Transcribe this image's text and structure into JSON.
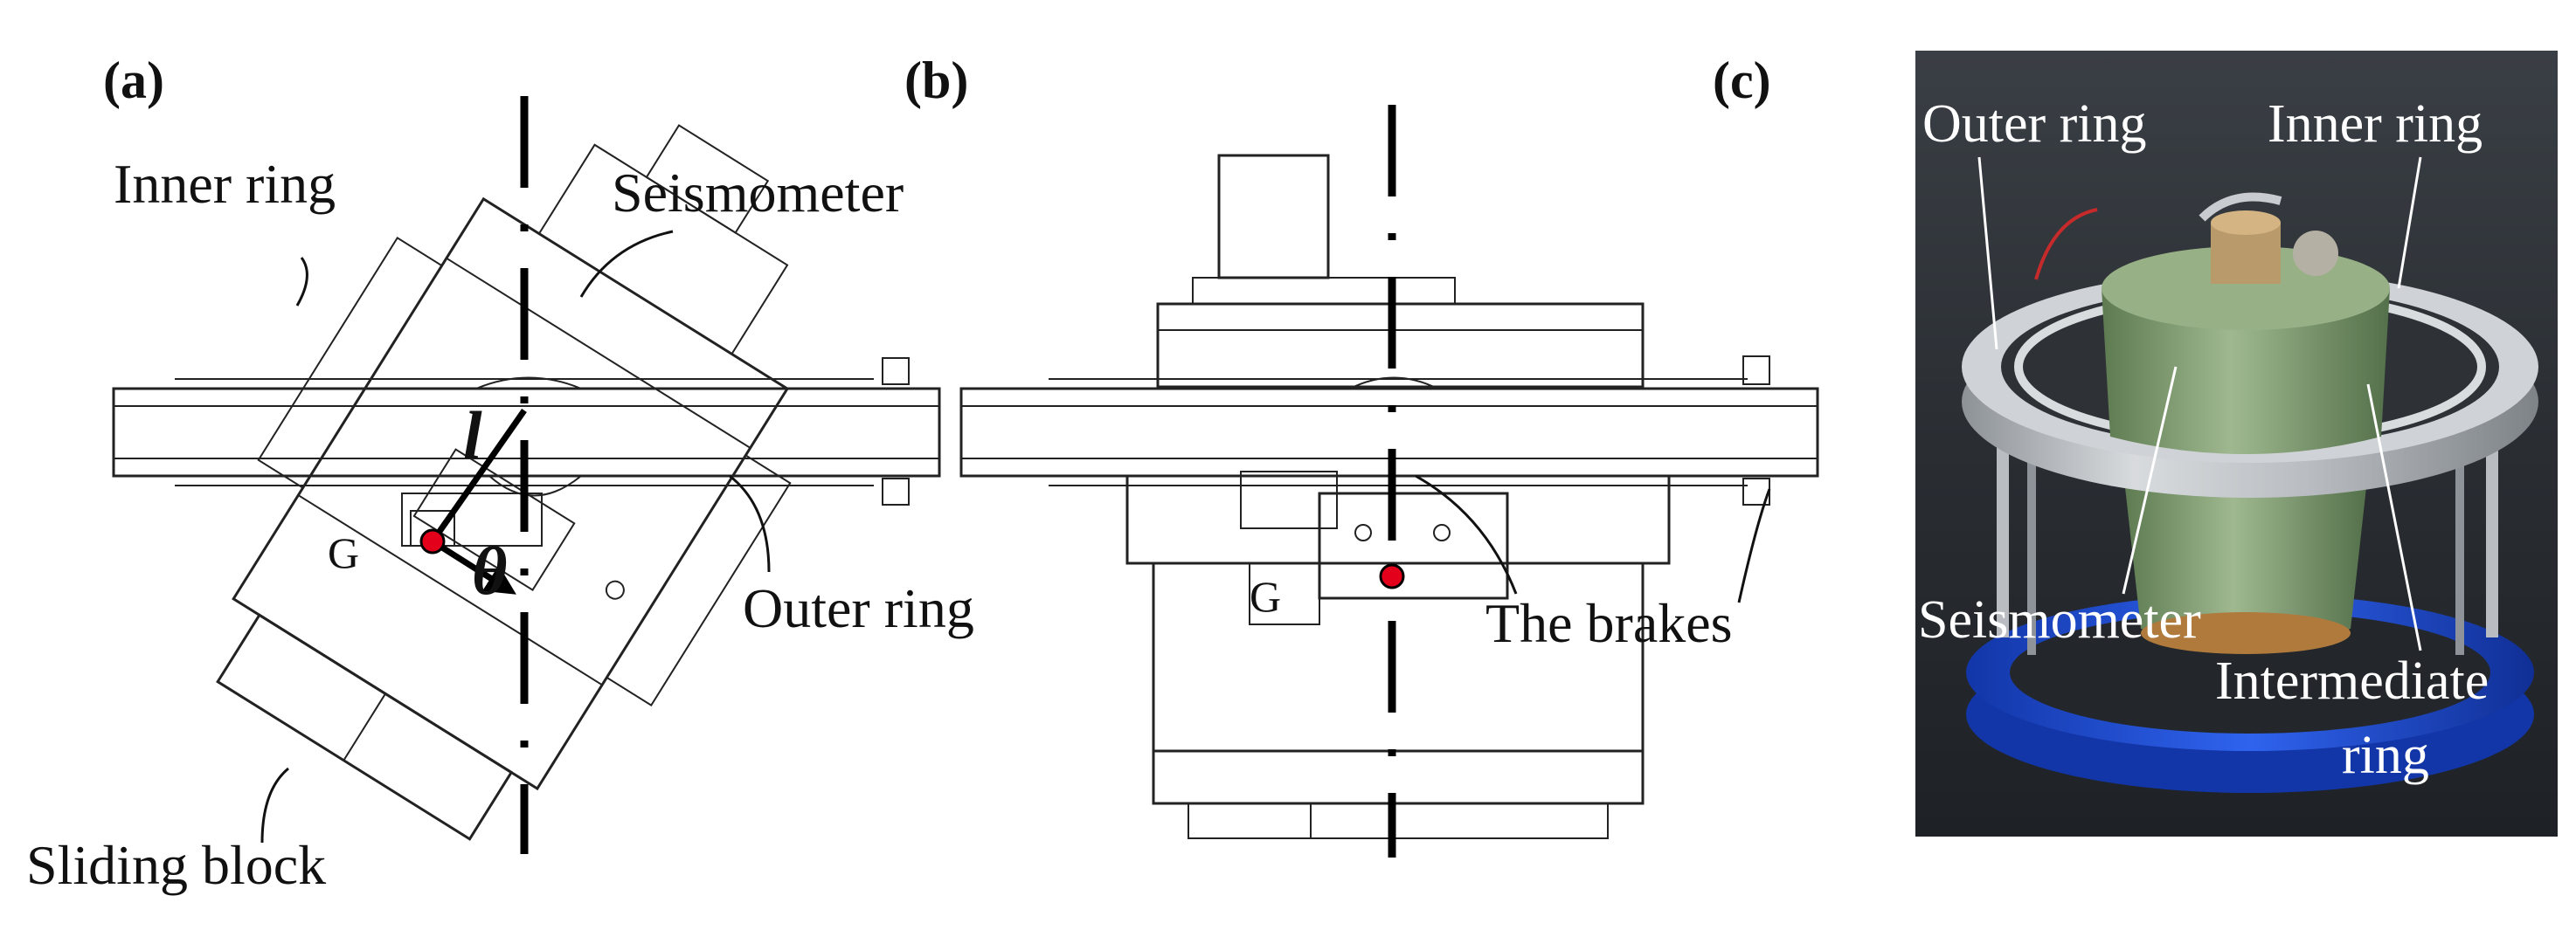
{
  "panels": {
    "a": {
      "tag": "(a)",
      "labels": {
        "inner_ring": "Inner ring",
        "seismometer": "Seismometer",
        "outer_ring": "Outer ring",
        "sliding_block": "Sliding block",
        "g": "G",
        "l": "l",
        "theta": "θ"
      }
    },
    "b": {
      "tag": "(b)",
      "labels": {
        "g": "G",
        "brakes": "The brakes"
      }
    },
    "c": {
      "tag": "(c)",
      "labels": {
        "outer_ring": "Outer ring",
        "inner_ring": "Inner ring",
        "seismometer": "Seismometer",
        "intermediate": "Intermediate",
        "ring": "ring"
      }
    }
  },
  "colors": {
    "center_of_gravity": "#e3001b",
    "base_ring": "#1a4fd6",
    "housing": "#7f9c6e"
  }
}
